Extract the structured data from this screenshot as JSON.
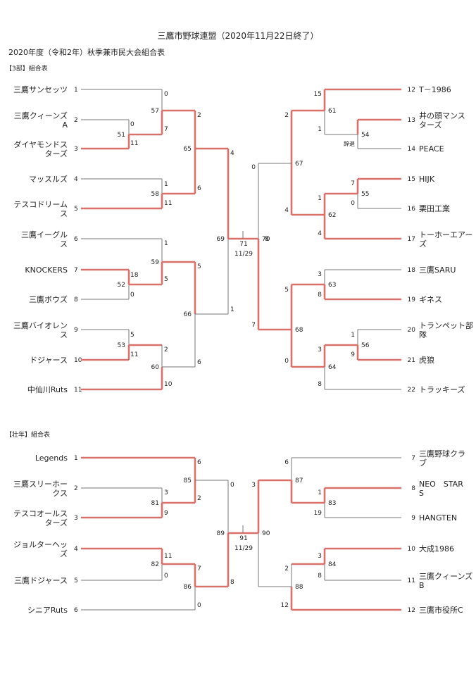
{
  "title": "三鷹市野球連盟（2020年11月22日終了）",
  "subtitle": "2020年度（令和2年）秋季兼市民大会組合表",
  "colors": {
    "win": "#d9716a",
    "line": "#777777",
    "text": "#222222"
  },
  "sections": [
    {
      "label": "【3部】組合表",
      "final_game": "71",
      "final_date": "11/29",
      "left_teams": [
        {
          "name": [
            "三鷹サンセッツ"
          ],
          "seed": "1"
        },
        {
          "name": [
            "三鷹クィーンズ",
            "A"
          ],
          "seed": "2"
        },
        {
          "name": [
            "ダイヤモンドス",
            "ターズ"
          ],
          "seed": "3"
        },
        {
          "name": [
            "マッスルズ"
          ],
          "seed": "4"
        },
        {
          "name": [
            "テスコドリーム",
            "ス"
          ],
          "seed": "5"
        },
        {
          "name": [
            "三鷹イーグル",
            "ス"
          ],
          "seed": "6"
        },
        {
          "name": [
            "KNOCKERS"
          ],
          "seed": "7"
        },
        {
          "name": [
            "三鷹ボウズ"
          ],
          "seed": "8"
        },
        {
          "name": [
            "三鷹バイオレン",
            "ス"
          ],
          "seed": "9"
        },
        {
          "name": [
            "ドジャース"
          ],
          "seed": "10"
        },
        {
          "name": [
            "中仙川Ruts"
          ],
          "seed": "11"
        }
      ],
      "right_teams": [
        {
          "name": [
            "T－1986"
          ],
          "seed": "12"
        },
        {
          "name": [
            "井の頭マンス",
            "ターズ"
          ],
          "seed": "13"
        },
        {
          "name": [
            "PEACE"
          ],
          "seed": "14"
        },
        {
          "name": [
            "HIJK"
          ],
          "seed": "15"
        },
        {
          "name": [
            "栗田工業"
          ],
          "seed": "16"
        },
        {
          "name": [
            "トーホーエアー",
            "ズ"
          ],
          "seed": "17"
        },
        {
          "name": [
            "三鷹SARU"
          ],
          "seed": "18"
        },
        {
          "name": [
            "ギネス"
          ],
          "seed": "19"
        },
        {
          "name": [
            "トランペット部",
            "隊"
          ],
          "seed": "20"
        },
        {
          "name": [
            "虎狼"
          ],
          "seed": "21"
        },
        {
          "name": [
            "トラッキーズ"
          ],
          "seed": "22"
        }
      ],
      "game_numbers": [
        "51",
        "52",
        "53",
        "55",
        "56",
        "54",
        "57",
        "58",
        "59",
        "60",
        "61",
        "62",
        "63",
        "64",
        "65",
        "66",
        "67",
        "68",
        "69",
        "70"
      ],
      "scores": [
        "0",
        "0",
        "11",
        "7",
        "2",
        "1",
        "11",
        "6",
        "1",
        "5",
        "4",
        "18",
        "5",
        "0",
        "5",
        "11",
        "2",
        "6",
        "10",
        "1",
        "2",
        "15",
        "1",
        "4",
        "7",
        "0",
        "1",
        "4",
        "5",
        "3",
        "8",
        "0",
        "1",
        "9",
        "3",
        "8",
        "0",
        "7",
        "8"
      ],
      "note": "辞退"
    },
    {
      "label": "【壮年】組合表",
      "final_game": "91",
      "final_date": "11/29",
      "left_teams": [
        {
          "name": [
            "Legends"
          ],
          "seed": "1"
        },
        {
          "name": [
            "三鷹スリーホー",
            "クス"
          ],
          "seed": "2"
        },
        {
          "name": [
            "テスコオールス",
            "ターズ"
          ],
          "seed": "3"
        },
        {
          "name": [
            "ジョルターヘッ",
            "ズ"
          ],
          "seed": "4"
        },
        {
          "name": [
            "三鷹ドジャース"
          ],
          "seed": "5"
        },
        {
          "name": [
            "シニアRuts"
          ],
          "seed": "6"
        }
      ],
      "right_teams": [
        {
          "name": [
            "三鷹野球クラ",
            "ブ"
          ],
          "seed": "7"
        },
        {
          "name": [
            "NEO　STAR",
            "S"
          ],
          "seed": "8"
        },
        {
          "name": [
            "HANGTEN"
          ],
          "seed": "9"
        },
        {
          "name": [
            "大成1986"
          ],
          "seed": "10"
        },
        {
          "name": [
            "三鷹クィーンズ",
            "B"
          ],
          "seed": "11"
        },
        {
          "name": [
            "三鷹市役所C"
          ],
          "seed": "12"
        }
      ],
      "game_numbers": [
        "81",
        "82",
        "83",
        "84",
        "85",
        "86",
        "87",
        "88",
        "89",
        "90"
      ],
      "scores": [
        "3",
        "9",
        "11",
        "0",
        "6",
        "2",
        "7",
        "0",
        "0",
        "8",
        "6",
        "1",
        "19",
        "3",
        "8",
        "3",
        "2",
        "12"
      ]
    }
  ]
}
